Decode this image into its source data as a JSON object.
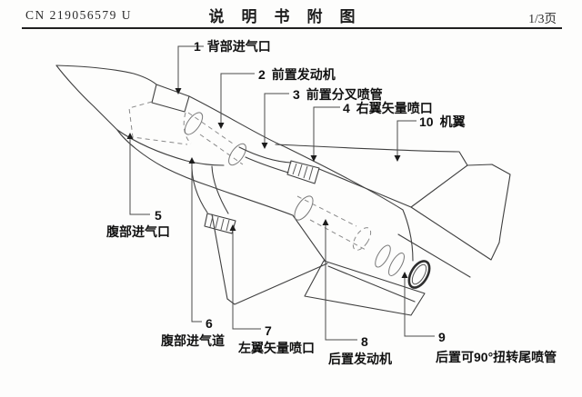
{
  "header": {
    "patent_number": "CN 219056579 U",
    "title": "说明书附图",
    "page_indicator": "1/3页"
  },
  "figure": {
    "description": "patent line drawing of aircraft with numbered part labels",
    "labels": [
      {
        "number": "1",
        "name": "背部进气口"
      },
      {
        "number": "2",
        "name": "前置发动机"
      },
      {
        "number": "3",
        "name": "前置分叉喷管"
      },
      {
        "number": "4",
        "name": "右翼矢量喷口"
      },
      {
        "number": "10",
        "name": "机翼"
      },
      {
        "number": "5",
        "name": "腹部进气口"
      },
      {
        "number": "6",
        "name": "腹部进气道"
      },
      {
        "number": "7",
        "name": "左翼矢量喷口"
      },
      {
        "number": "8",
        "name": "后置发动机"
      },
      {
        "number": "9",
        "name": "后置可90°扭转尾喷管"
      }
    ]
  }
}
